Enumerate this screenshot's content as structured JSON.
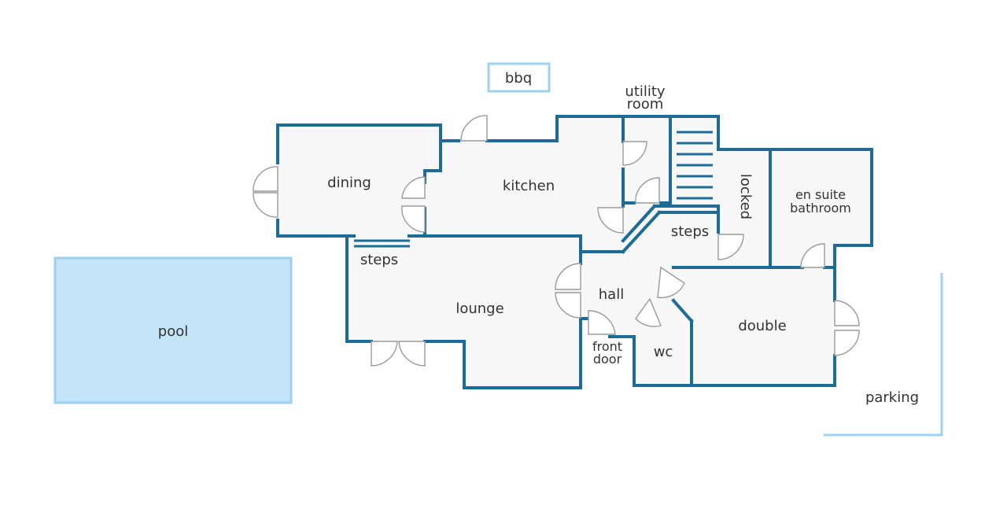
{
  "colors": {
    "wall": "#1d6c97",
    "floor": "#f7f7f7",
    "pool_fill": "#c4e4f8",
    "pool_edge": "#9fcfee",
    "outline_light": "#9fd0ee"
  },
  "labels": {
    "bbq": "bbq",
    "utility_line1": "utility",
    "utility_line2": "room",
    "dining": "dining",
    "kitchen": "kitchen",
    "locked": "locked",
    "en_suite_line1": "en suite",
    "en_suite_line2": "bathroom",
    "steps_left": "steps",
    "steps_right": "steps",
    "pool": "pool",
    "lounge": "lounge",
    "hall": "hall",
    "double": "double",
    "front_line1": "front",
    "front_line2": "door",
    "wc": "wc",
    "parking": "parking"
  }
}
